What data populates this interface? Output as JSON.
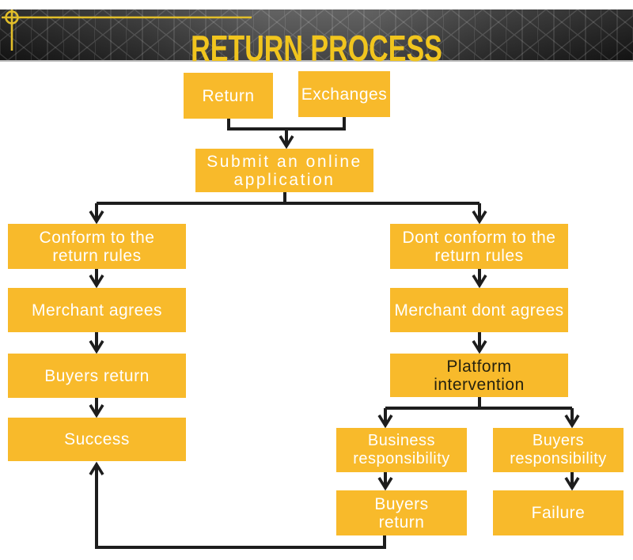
{
  "header": {
    "title": "RETURN PROCESS"
  },
  "palette": {
    "box_fill": "#F8BA2B",
    "box_text": "#FFFFFF",
    "platform_text": "#26220F",
    "connector": "#1D1D1D",
    "header_title": "#F1C51E",
    "header_accent": "#E2BE2A",
    "header_bg_dark": "#191919",
    "header_bg_light": "#515151"
  },
  "flow": {
    "nodes": [
      {
        "id": "return",
        "label": "Return"
      },
      {
        "id": "exchanges",
        "label": "Exchanges"
      },
      {
        "id": "submit",
        "label": "Submit an online\napplication"
      },
      {
        "id": "conform",
        "label": "Conform to the\nreturn rules"
      },
      {
        "id": "merchant_agrees",
        "label": "Merchant agrees"
      },
      {
        "id": "buyers_return_left",
        "label": "Buyers return"
      },
      {
        "id": "success",
        "label": "Success"
      },
      {
        "id": "dont_conform",
        "label": "Dont conform to the\nreturn rules"
      },
      {
        "id": "merchant_dont_agrees",
        "label": "Merchant dont agrees"
      },
      {
        "id": "platform_intervention",
        "label": "Platform\nintervention"
      },
      {
        "id": "business_responsibility",
        "label": "Business\nresponsibility"
      },
      {
        "id": "buyers_responsibility",
        "label": "Buyers\nresponsibility"
      },
      {
        "id": "buyers_return_right",
        "label": "Buyers\nreturn"
      },
      {
        "id": "failure",
        "label": "Failure"
      }
    ],
    "edges": [
      [
        "return",
        "submit"
      ],
      [
        "exchanges",
        "submit"
      ],
      [
        "submit",
        "conform"
      ],
      [
        "submit",
        "dont_conform"
      ],
      [
        "conform",
        "merchant_agrees"
      ],
      [
        "merchant_agrees",
        "buyers_return_left"
      ],
      [
        "buyers_return_left",
        "success"
      ],
      [
        "dont_conform",
        "merchant_dont_agrees"
      ],
      [
        "merchant_dont_agrees",
        "platform_intervention"
      ],
      [
        "platform_intervention",
        "business_responsibility"
      ],
      [
        "platform_intervention",
        "buyers_responsibility"
      ],
      [
        "business_responsibility",
        "buyers_return_right"
      ],
      [
        "buyers_responsibility",
        "failure"
      ],
      [
        "buyers_return_right",
        "success"
      ]
    ]
  }
}
